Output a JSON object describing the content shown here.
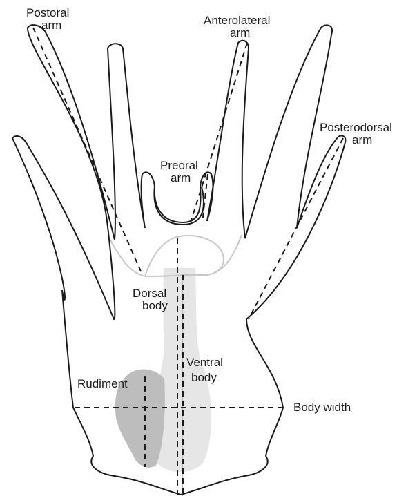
{
  "labels": {
    "postoral_1": "Postoral",
    "postoral_2": "arm",
    "anterolateral_1": "Anterolateral",
    "anterolateral_2": "arm",
    "posterodorsal_1": "Posterodorsal",
    "posterodorsal_2": "arm",
    "preoral_1": "Preoral",
    "preoral_2": "arm",
    "dorsal_1": "Dorsal",
    "dorsal_2": "body",
    "ventral_1": "Ventral",
    "ventral_2": "body",
    "rudiment": "Rudiment",
    "body_width": "Body width"
  },
  "colors": {
    "outline": "#1a1a1a",
    "ventral_body_fill": "#e6e6e6",
    "dorsal_body_stroke": "#c8c8c8",
    "rudiment_fill": "#bdbdbd"
  }
}
